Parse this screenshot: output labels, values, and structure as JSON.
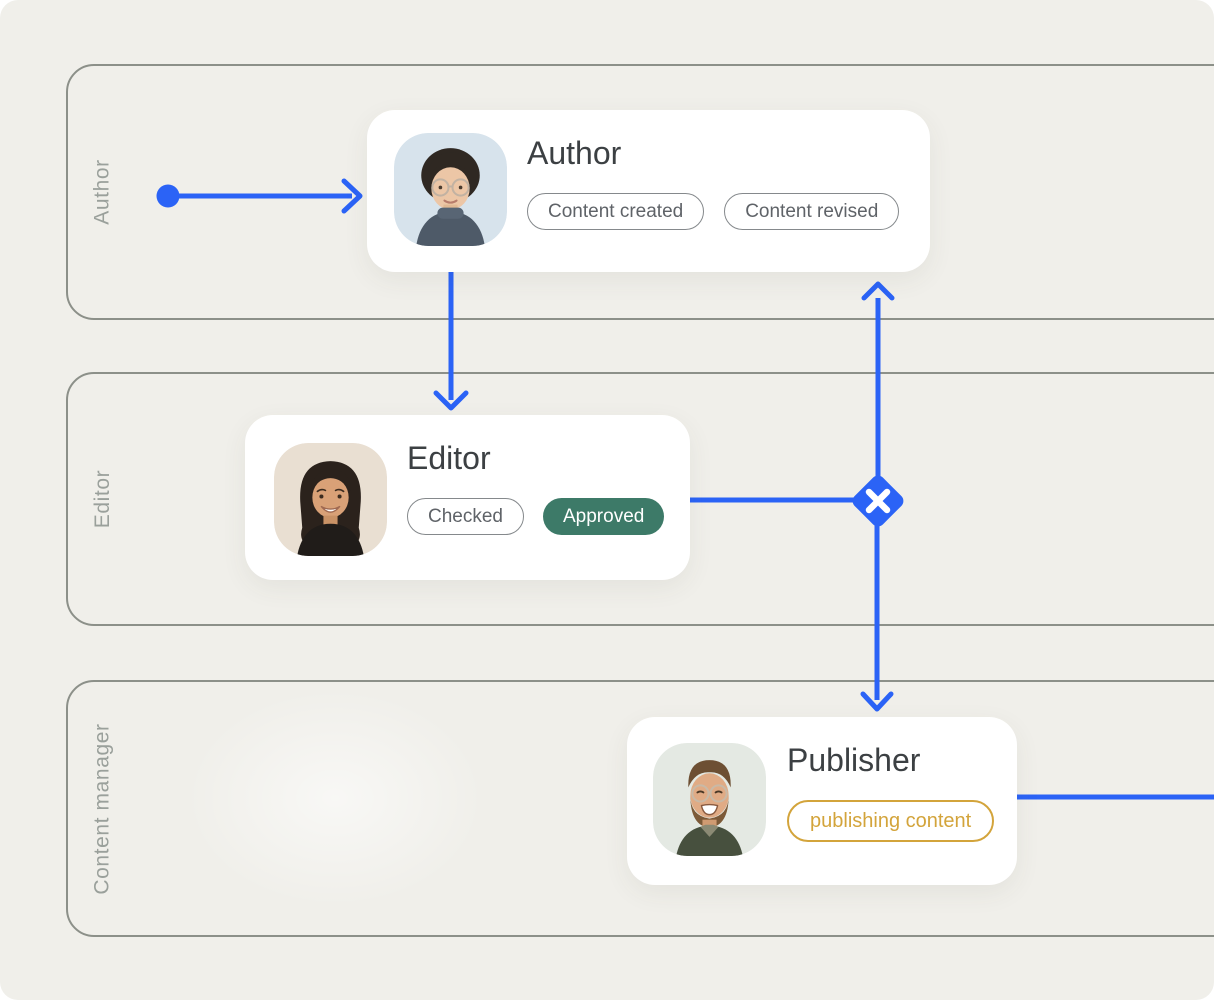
{
  "canvas": {
    "background": "#F0EFEA"
  },
  "colors": {
    "accent_blue": "#2B63F6",
    "chip_green": "#3D7A68",
    "chip_gold": "#D3A43B",
    "lane_border": "#8C9089",
    "lane_label": "#9AA09B",
    "title_text": "#3C4043",
    "chip_text": "#5F6368"
  },
  "lanes": [
    {
      "label": "Author"
    },
    {
      "label": "Editor"
    },
    {
      "label": "Content manager"
    }
  ],
  "nodes": {
    "author": {
      "title": "Author",
      "avatar": "woman-with-glasses-portrait",
      "tags": [
        {
          "label": "Content created",
          "style": "outline"
        },
        {
          "label": "Content revised",
          "style": "outline"
        }
      ]
    },
    "editor": {
      "title": "Editor",
      "avatar": "woman-smiling-portrait",
      "tags": [
        {
          "label": "Checked",
          "style": "outline"
        },
        {
          "label": "Approved",
          "style": "filled-green"
        }
      ]
    },
    "publisher": {
      "title": "Publisher",
      "avatar": "man-laughing-portrait",
      "tags": [
        {
          "label": "publishing content",
          "style": "outline-gold"
        }
      ]
    }
  },
  "flow": {
    "start_marker": "dot",
    "decision_marker": "x-diamond"
  }
}
